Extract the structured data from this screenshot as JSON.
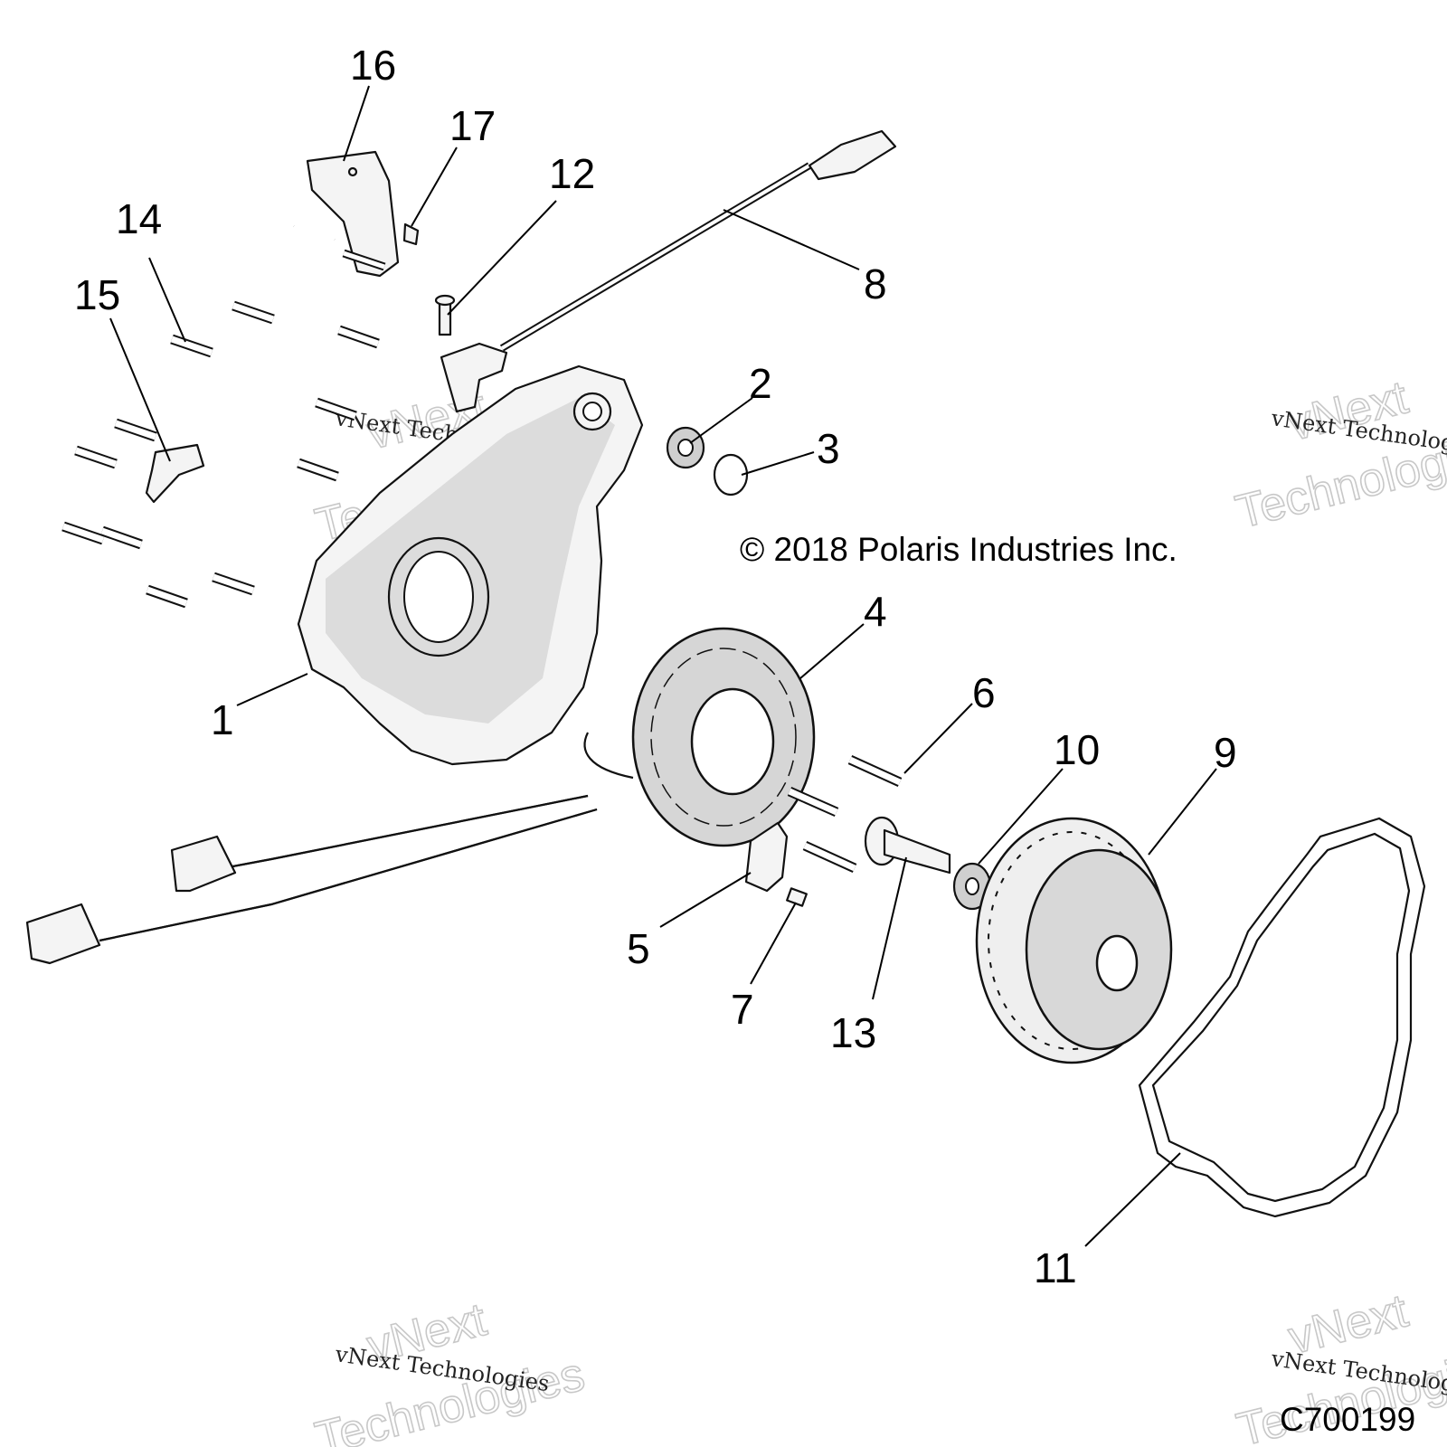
{
  "copyright": "© 2018 Polaris Industries Inc.",
  "drawing_number": "C700199",
  "watermark": {
    "line1": "vNext",
    "line2": "vNext Technologies",
    "line3": "Technologies"
  },
  "callouts": [
    {
      "id": "1",
      "label": "1"
    },
    {
      "id": "2",
      "label": "2"
    },
    {
      "id": "3",
      "label": "3"
    },
    {
      "id": "4",
      "label": "4"
    },
    {
      "id": "5",
      "label": "5"
    },
    {
      "id": "6",
      "label": "6"
    },
    {
      "id": "7",
      "label": "7"
    },
    {
      "id": "8",
      "label": "8"
    },
    {
      "id": "9",
      "label": "9"
    },
    {
      "id": "10",
      "label": "10"
    },
    {
      "id": "11",
      "label": "11"
    },
    {
      "id": "12",
      "label": "12"
    },
    {
      "id": "13",
      "label": "13"
    },
    {
      "id": "14",
      "label": "14"
    },
    {
      "id": "15",
      "label": "15"
    },
    {
      "id": "16",
      "label": "16"
    },
    {
      "id": "17",
      "label": "17"
    }
  ]
}
